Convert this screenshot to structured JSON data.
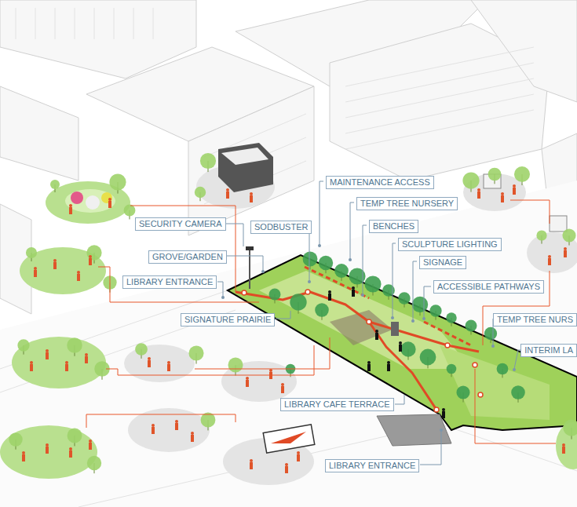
{
  "diagram": {
    "nodes": [
      {
        "text": [
          "MAINTENANCE ACCESS"
        ]
      },
      {
        "text": [
          "TEMP TREE NURSERY"
        ]
      },
      {
        "text": [
          "SECURITY CAMERA"
        ]
      },
      {
        "text": [
          "SODBUSTER"
        ]
      },
      {
        "text": [
          "BENCHES"
        ]
      },
      {
        "text": [
          "SCULPTURE LIGHTING"
        ]
      },
      {
        "text": [
          "GROVE/GARDEN"
        ]
      },
      {
        "text": [
          "SIGNAGE"
        ]
      },
      {
        "text": [
          "LIBRARY ENTRANCE"
        ]
      },
      {
        "text": [
          "ACCESSIBLE PATHWAYS"
        ]
      },
      {
        "text": [
          "SIGNATURE PRAIRIE"
        ]
      },
      {
        "text": [
          "TEMP TREE NURS"
        ]
      },
      {
        "text": [
          "INTERIM LA"
        ]
      },
      {
        "text": [
          "LIBRARY CAFE TERRACE"
        ]
      },
      {
        "text": [
          "LIBRARY ENTRANCE"
        ]
      }
    ]
  }
}
